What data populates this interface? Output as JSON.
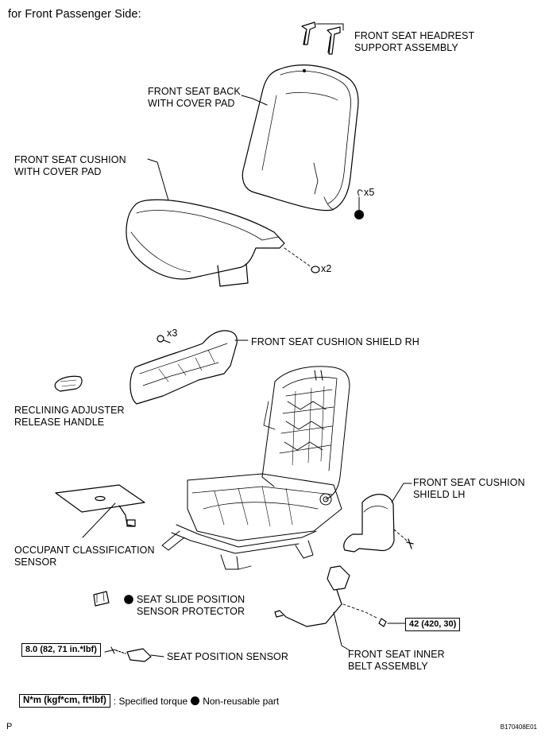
{
  "heading": "for Front Passenger Side:",
  "labels": {
    "headrest_support": [
      "FRONT SEAT HEADREST",
      "SUPPORT ASSEMBLY"
    ],
    "seat_back": [
      "FRONT SEAT BACK",
      "WITH COVER PAD"
    ],
    "seat_cushion": [
      "FRONT SEAT CUSHION",
      "WITH COVER PAD"
    ],
    "cushion_shield_rh": "FRONT SEAT CUSHION SHIELD RH",
    "reclining_handle": [
      "RECLINING ADJUSTER",
      "RELEASE HANDLE"
    ],
    "occupant_sensor": [
      "OCCUPANT CLASSIFICATION",
      "SENSOR"
    ],
    "cushion_shield_lh": [
      "FRONT SEAT CUSHION",
      "SHIELD LH"
    ],
    "slide_protector": [
      "SEAT SLIDE POSITION",
      "SENSOR PROTECTOR"
    ],
    "seat_position_sensor": "SEAT POSITION SENSOR",
    "inner_belt": [
      "FRONT SEAT INNER",
      "BELT ASSEMBLY"
    ]
  },
  "quantities": {
    "clip_x5": "x5",
    "clip_x2": "x2",
    "screw_x3": "x3"
  },
  "torques": {
    "seat_position_sensor": "8.0 (82, 71 in.*lbf)",
    "inner_belt": "42 (420, 30)"
  },
  "legend": {
    "torque_units": "N*m (kgf*cm, ft*lbf)",
    "torque_text": ": Specified torque",
    "nonreusable_text": "Non-reusable part"
  },
  "footer": {
    "left": "P",
    "right": "B170408E01"
  },
  "colors": {
    "ink": "#000000",
    "background": "#ffffff"
  }
}
